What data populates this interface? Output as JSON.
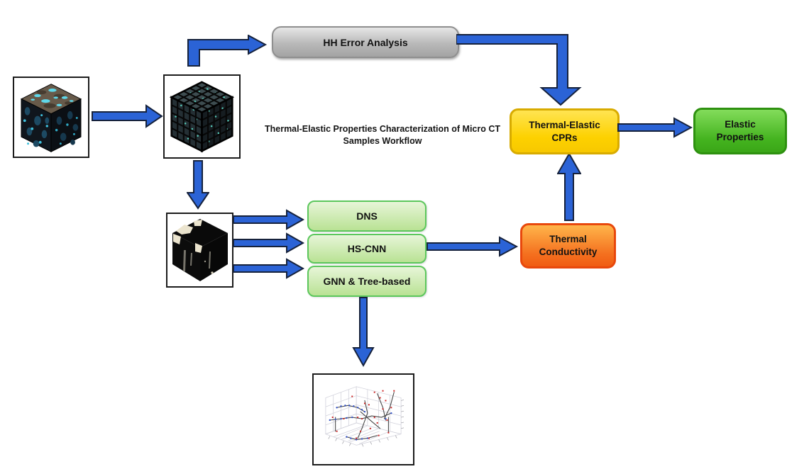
{
  "title": {
    "line1": "Thermal-Elastic Properties Characterization of Micro CT",
    "line2": "Samples Workflow"
  },
  "nodes": {
    "hh_error": {
      "label": "HH Error Analysis"
    },
    "dns": {
      "label": "DNS"
    },
    "hs_cnn": {
      "label": "HS-CNN"
    },
    "gnn_tree": {
      "label": "GNN & Tree-based"
    },
    "thermal_conductivity": {
      "line1": "Thermal",
      "line2": "Conductivity"
    },
    "thermal_elastic_cprs": {
      "line1": "Thermal-Elastic",
      "line2": "CPRs"
    },
    "elastic_properties": {
      "line1": "Elastic",
      "line2": "Properties"
    }
  },
  "images": {
    "micro_ct_sample": "micro-CT rock sample cube",
    "voxelized_sample": "voxelized sub-sampled cube",
    "segmented_sample": "binary segmented pore-space cube",
    "pore_network_plot": "3D pore-network graph plot"
  },
  "colors": {
    "arrow_fill": "#2b63d6",
    "arrow_outline": "#16223c",
    "hh_box_fill": "#bcbcbc",
    "hh_box_border": "#8f8f8f",
    "green_light_fill": "#c9e9a6",
    "green_light_border": "#5cc75c",
    "orange_fill": "#f4701f",
    "orange_border": "#e8480c",
    "yellow_fill": "#fdd100",
    "yellow_border": "#d8ab00",
    "green_bright_fill": "#44b31f",
    "green_bright_border": "#2e9110"
  }
}
